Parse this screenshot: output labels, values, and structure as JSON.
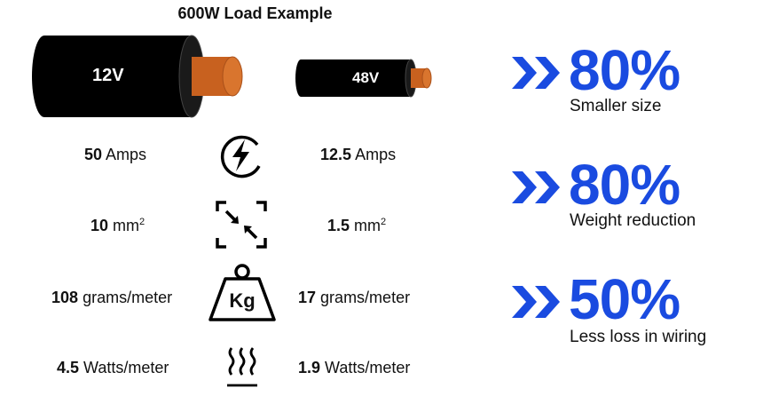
{
  "title": "600W Load Example",
  "cables": {
    "left_label": "12V",
    "right_label": "48V"
  },
  "rows": [
    {
      "left_bold": "50",
      "left_unit": "Amps",
      "right_bold": "12.5",
      "right_unit": "Amps",
      "icon": "lightning-bolt-icon"
    },
    {
      "left_bold": "10",
      "left_unit": "mm",
      "left_sup": "2",
      "right_bold": "1.5",
      "right_unit": "mm",
      "right_sup": "2",
      "icon": "compress-arrows-icon"
    },
    {
      "left_bold": "108",
      "left_unit": "grams/meter",
      "right_bold": "17",
      "right_unit": "grams/meter",
      "icon": "weight-kg-icon",
      "icon_text": "Kg"
    },
    {
      "left_bold": "4.5",
      "left_unit": "Watts/meter",
      "right_bold": "1.9",
      "right_unit": "Watts/meter",
      "icon": "heat-waves-icon"
    }
  ],
  "stats": [
    {
      "value": "80%",
      "caption": "Smaller size"
    },
    {
      "value": "80%",
      "caption": "Weight reduction"
    },
    {
      "value": "50%",
      "caption": "Less loss in wiring"
    }
  ],
  "colors": {
    "accent": "#1a4be0",
    "copper": "#c8611f",
    "cable": "#000000"
  }
}
